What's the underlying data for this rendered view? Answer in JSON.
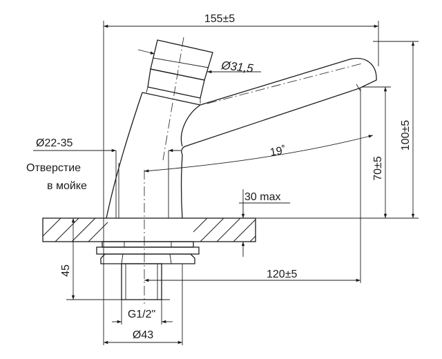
{
  "dimensions": {
    "total_length": "155±5",
    "button_diameter": "Ø31,5",
    "hole_range": "Ø22-35",
    "hole_caption_line1": "Отверстие",
    "hole_caption_line2": "в мойке",
    "angle": "19˚",
    "spout_height": "70±5",
    "total_height": "100±5",
    "max_thickness": "30 max",
    "below_depth": "45",
    "reach": "120±5",
    "thread": "G1/2\"",
    "nut_diameter": "Ø43"
  }
}
